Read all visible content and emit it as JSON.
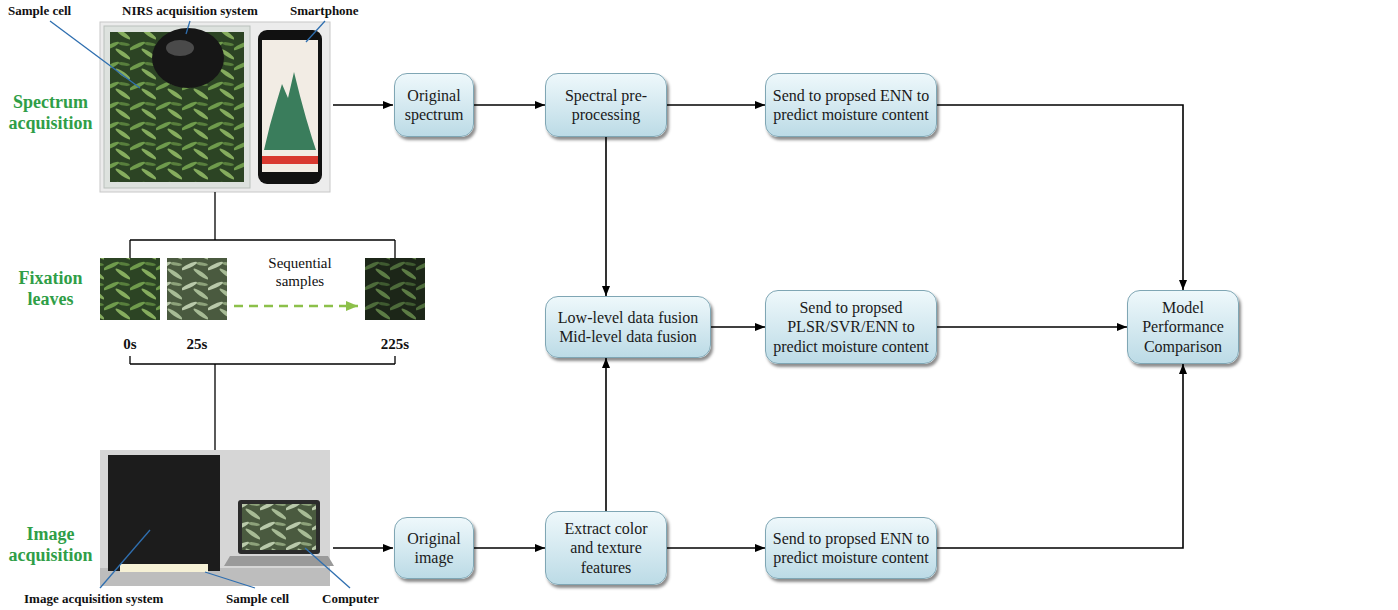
{
  "diagram": {
    "nodes": [
      {
        "text": [
          "Original spectrum"
        ]
      },
      {
        "text": [
          "Spectral pre-processing"
        ]
      },
      {
        "text": [
          "Send to propsed ENN to predict moisture content"
        ]
      },
      {
        "text": [
          "Low-level data fusion Mid-level data fusion"
        ]
      },
      {
        "text": [
          "Send to propsed PLSR/SVR/ENN to predict moisture content"
        ]
      },
      {
        "text": [
          "Model Performance Comparison"
        ]
      },
      {
        "text": [
          "Original image"
        ]
      },
      {
        "text": [
          "Extract color and texture features"
        ]
      },
      {
        "text": [
          "Send to propsed ENN to predict moisture content"
        ]
      }
    ],
    "edges": [
      {
        "from": 0,
        "to": 1,
        "arrow": "to"
      },
      {
        "from": 1,
        "to": 2,
        "arrow": "to"
      },
      {
        "from": 2,
        "to": 5,
        "arrow": "to"
      },
      {
        "from": 1,
        "to": 3,
        "arrow": "to"
      },
      {
        "from": 3,
        "to": 4,
        "arrow": "to"
      },
      {
        "from": 4,
        "to": 5,
        "arrow": "to"
      },
      {
        "from": 6,
        "to": 7,
        "arrow": "to"
      },
      {
        "from": 7,
        "to": 3,
        "arrow": "to"
      },
      {
        "from": 7,
        "to": 8,
        "arrow": "to"
      },
      {
        "from": 8,
        "to": 5,
        "arrow": "to"
      }
    ],
    "labels": [
      "Sample cell",
      "NIRS acquisition system",
      "Smartphone",
      "Spectrum acquisition",
      "Fixation leaves",
      "Sequential samples",
      "0s",
      "25s",
      "225s",
      "Image acquisition",
      "Image acquisition system",
      "Sample cell",
      "Computer"
    ]
  }
}
